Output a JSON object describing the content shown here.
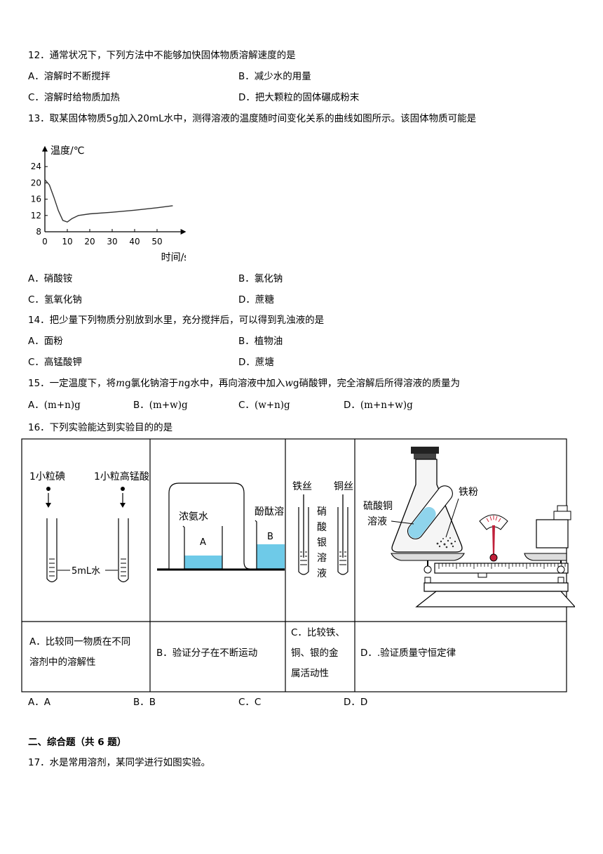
{
  "q12": {
    "stem": "12．通常状况下，下列方法中不能够加快固体物质溶解速度的是",
    "a": "A．溶解时不断搅拌",
    "b": "B．减少水的用量",
    "c": "C．溶解时给物质加热",
    "d": "D．把大颗粒的固体碾成粉末"
  },
  "q13": {
    "stem": "13．取某固体物质5g加入20mL水中，测得溶液的温度随时间变化关系的曲线如图所示。该固体物质可能是",
    "a": "A．硝酸铵",
    "b": "B．氯化钠",
    "c": "C．氢氧化钠",
    "d": "D．蔗糖"
  },
  "q14": {
    "stem": "14．把少量下列物质分别放到水里，充分搅拌后，可以得到乳浊液的是",
    "a": "A．面粉",
    "b": "B．植物油",
    "c": "C．高锰酸钾",
    "d": "D．蔗塘"
  },
  "q15": {
    "stem_1": "15．一定温度下，将",
    "var_m": "m",
    "stem_2": "g氯化钠溶于",
    "var_n": "n",
    "stem_3": "g水中，再向溶液中加入",
    "var_w": "w",
    "stem_4": "g硝酸钾，完全溶解后所得溶液的质量为",
    "a_label": "A．",
    "a_expr": "(m+n)g",
    "b_label": "B．",
    "b_expr": "(m+w)g",
    "c_label": "C．",
    "c_expr": "(w+n)g",
    "d_label": "D．",
    "d_expr": "(m+n+w)g"
  },
  "q16": {
    "stem": "16．下列实验能达到实验目的的是",
    "fig_a": {
      "label1": "1小粒碘",
      "label2": "1小粒高锰酸",
      "water": "5mL水"
    },
    "fig_b": {
      "label1": "浓氨水",
      "label2": "酚酞溶",
      "beaker_a": "A",
      "beaker_b": "B"
    },
    "fig_c": {
      "label1": "铁丝",
      "label2": "铜丝",
      "sol_1": "硝",
      "sol_2": "酸",
      "sol_3": "银",
      "sol_4": "溶",
      "sol_5": "液"
    },
    "fig_d": {
      "label1": "硫酸铜",
      "label2": "溶液",
      "label3": "铁粉"
    },
    "cap_a_1": "A．比较同一物质在不同",
    "cap_a_2": "溶剂中的溶解性",
    "cap_b": "B．验证分子在不断运动",
    "cap_c_1": "C．比较铁、",
    "cap_c_2": "铜、银的金",
    "cap_c_3": "属活动性",
    "cap_d": "D．.验证质量守恒定律",
    "a": "A．A",
    "b": "B．B",
    "c": "C．C",
    "d": "D．D"
  },
  "section2": {
    "heading": "二、综合题（共 6 题）"
  },
  "q17": {
    "stem": "17．水是常用溶剂，某同学进行如图实验。"
  },
  "chart_data": {
    "type": "line",
    "ylabel": "温度/℃",
    "xlabel": "时间/s",
    "x_ticks": [
      "0",
      "10",
      "20",
      "30",
      "40",
      "50"
    ],
    "y_ticks": [
      "8",
      "12",
      "16",
      "20",
      "24"
    ],
    "xlim": [
      0,
      58
    ],
    "ylim": [
      8,
      27
    ],
    "series": [
      {
        "x": [
          0,
          2,
          4,
          6,
          8,
          10,
          12,
          15,
          20,
          30,
          40,
          50,
          57
        ],
        "y": [
          20.8,
          19.5,
          16.5,
          13.2,
          10.8,
          10.4,
          11.2,
          12.0,
          12.4,
          12.8,
          13.3,
          13.9,
          14.4
        ]
      }
    ]
  }
}
